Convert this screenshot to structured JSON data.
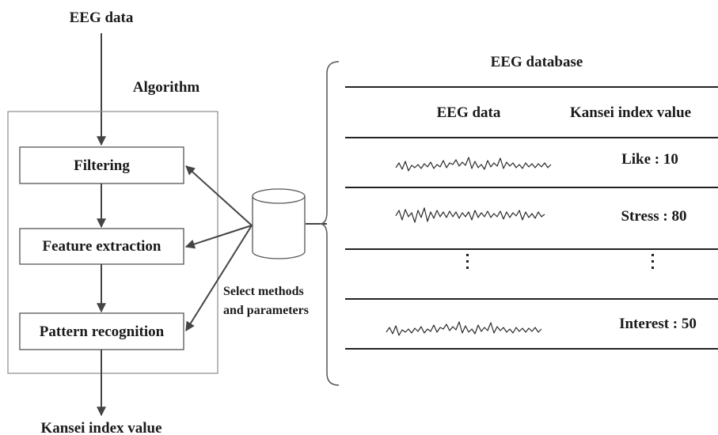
{
  "input_label": "EEG data",
  "algorithm_title": "Algorithm",
  "steps": [
    "Filtering",
    "Feature extraction",
    "Pattern recognition"
  ],
  "output_label": "Kansei index value",
  "select_note": [
    "Select methods",
    "and parameters"
  ],
  "database": {
    "title": "EEG database",
    "headers": [
      "EEG data",
      "Kansei index value"
    ],
    "rows": [
      {
        "value": "Like : 10"
      },
      {
        "value": "Stress : 80"
      },
      {
        "value": "Interest : 50"
      }
    ]
  }
}
